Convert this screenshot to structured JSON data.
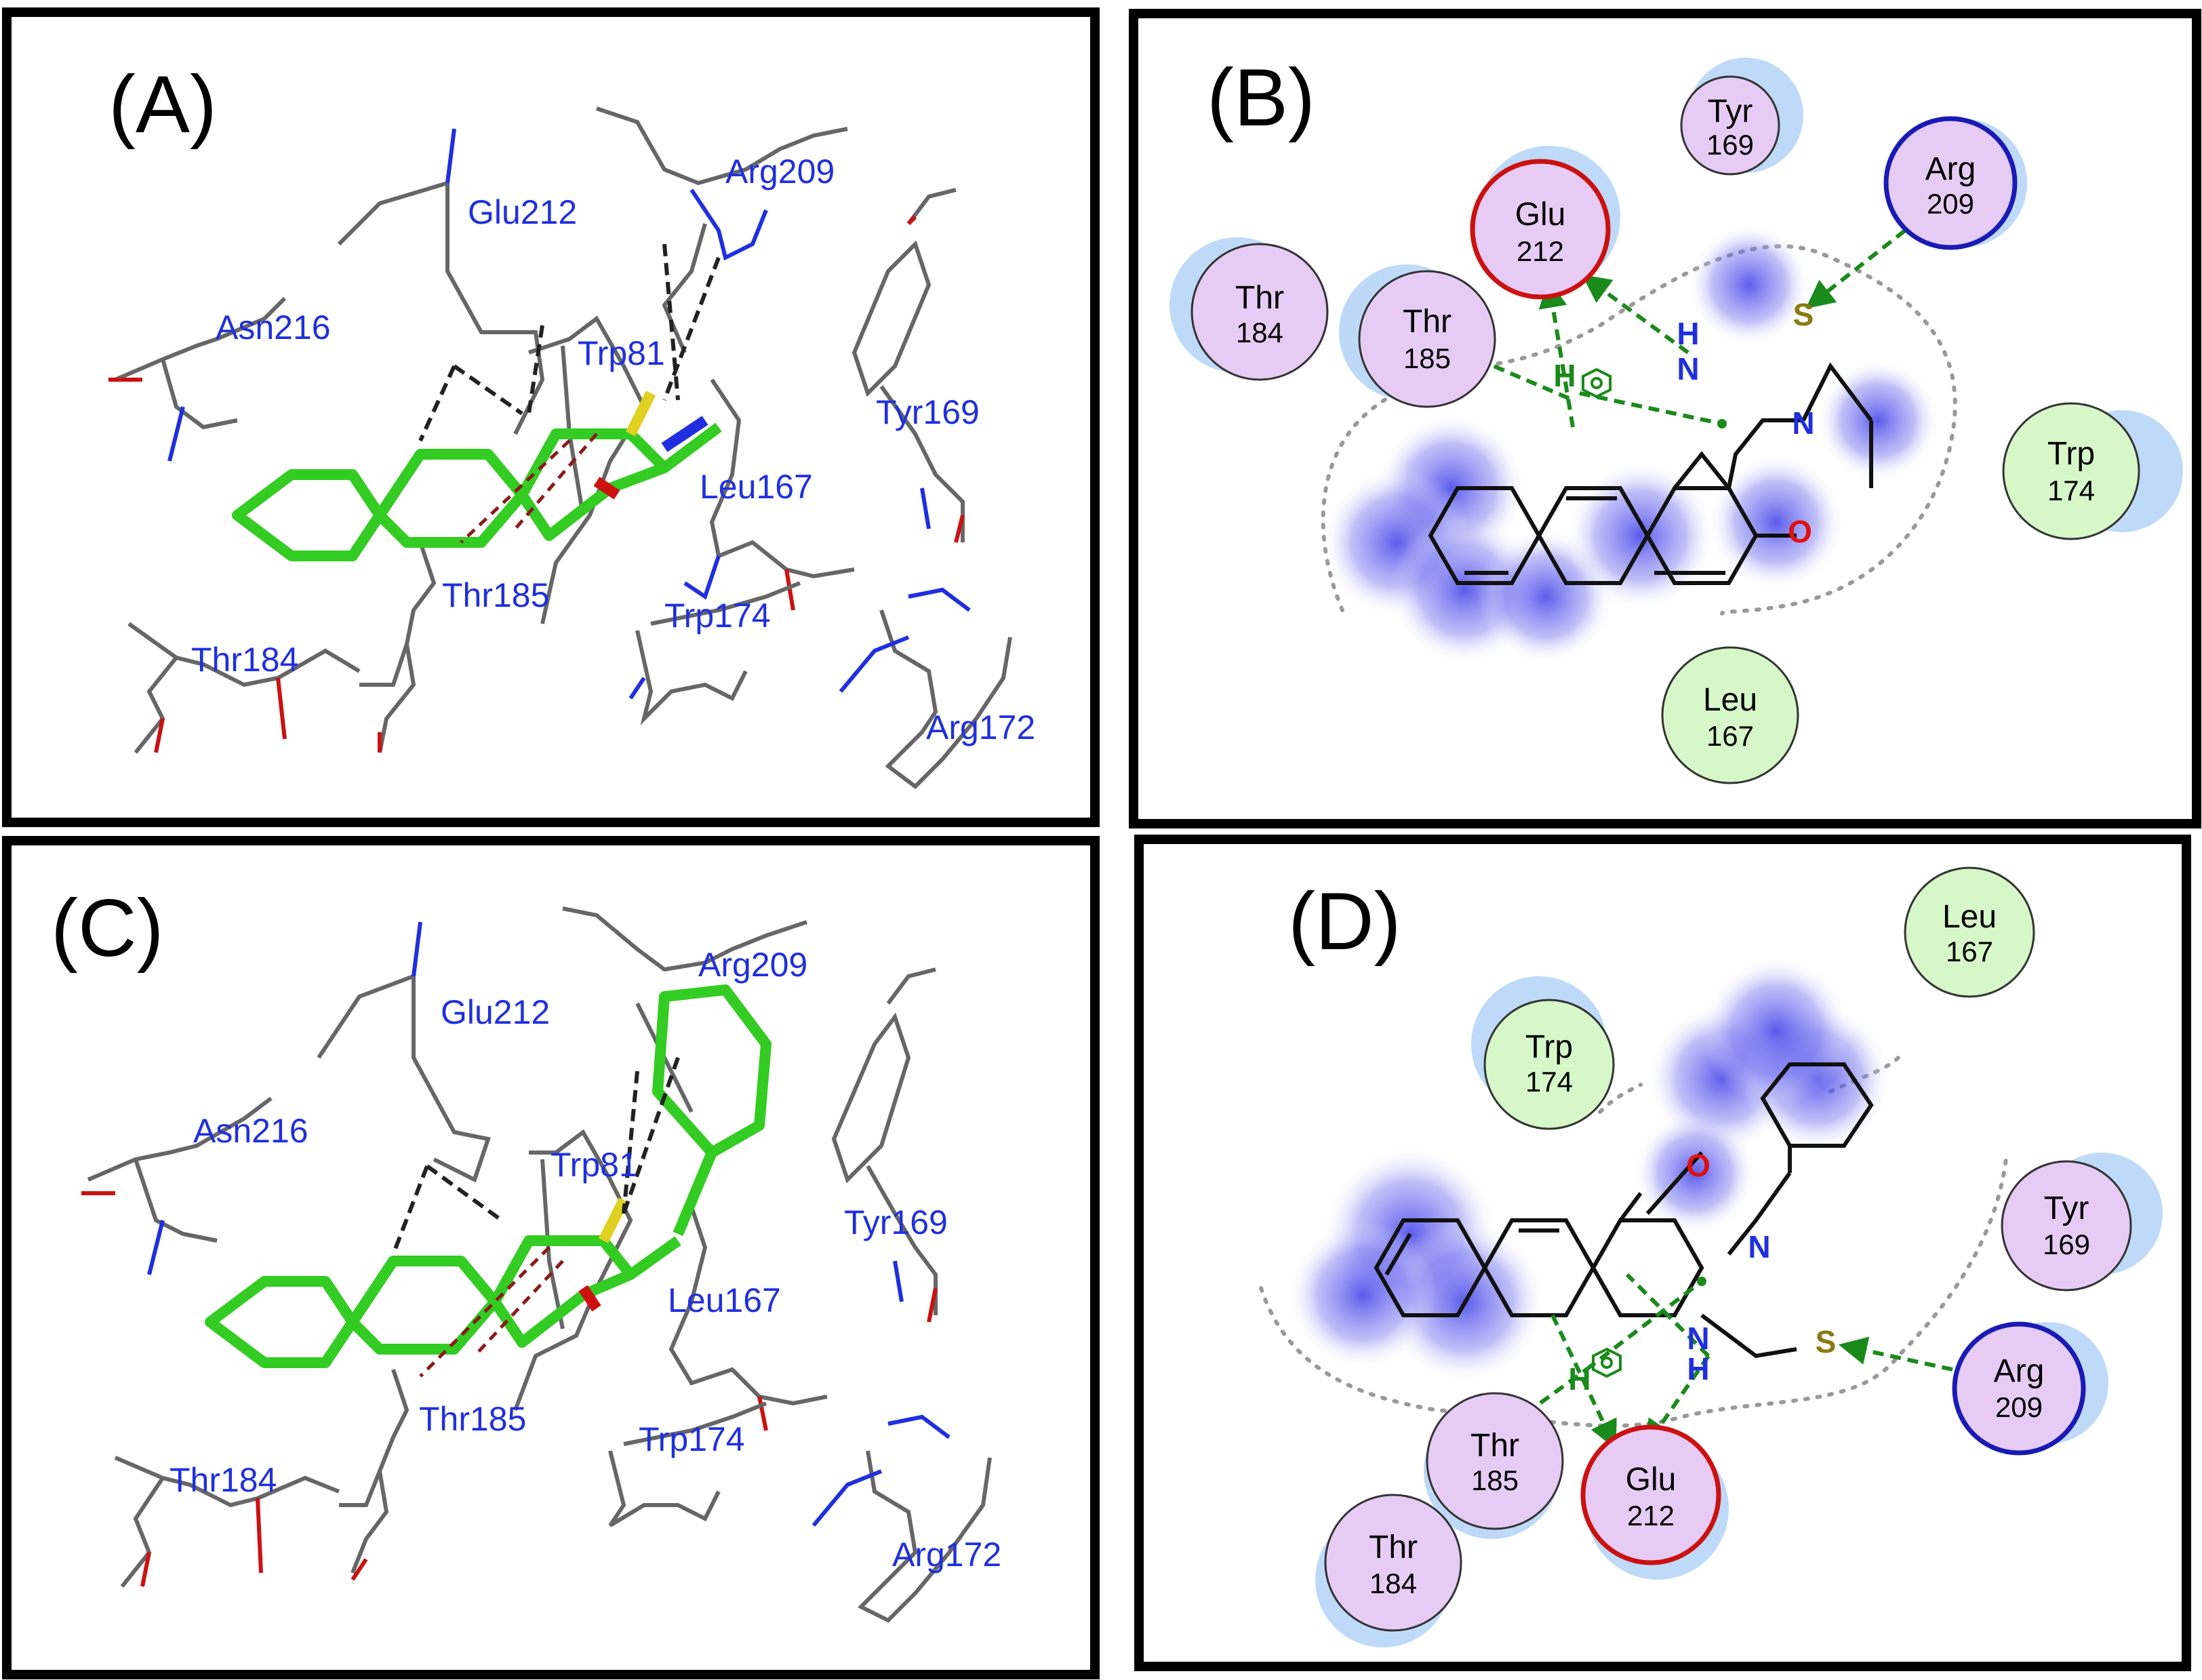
{
  "panels": {
    "A": {
      "label": "(A)",
      "residues": [
        "Glu212",
        "Arg209",
        "Asn216",
        "Trp81",
        "Tyr169",
        "Leu167",
        "Thr185",
        "Trp174",
        "Thr184",
        "Arg172"
      ]
    },
    "B": {
      "label": "(B)",
      "residues": [
        {
          "name": "Tyr",
          "num": "169"
        },
        {
          "name": "Arg",
          "num": "209"
        },
        {
          "name": "Glu",
          "num": "212"
        },
        {
          "name": "Thr",
          "num": "184"
        },
        {
          "name": "Thr",
          "num": "185"
        },
        {
          "name": "Trp",
          "num": "174"
        },
        {
          "name": "Leu",
          "num": "167"
        }
      ],
      "atoms": {
        "h1": "H",
        "n1": "N",
        "s": "S",
        "n2": "N",
        "o": "O",
        "h2": "H"
      }
    },
    "C": {
      "label": "(C)",
      "residues": [
        "Glu212",
        "Arg209",
        "Asn216",
        "Trp81",
        "Tyr169",
        "Leu167",
        "Thr185",
        "Trp174",
        "Thr184",
        "Arg172"
      ]
    },
    "D": {
      "label": "(D)",
      "residues": [
        {
          "name": "Leu",
          "num": "167"
        },
        {
          "name": "Trp",
          "num": "174"
        },
        {
          "name": "Tyr",
          "num": "169"
        },
        {
          "name": "Arg",
          "num": "209"
        },
        {
          "name": "Thr",
          "num": "185"
        },
        {
          "name": "Glu",
          "num": "212"
        },
        {
          "name": "Thr",
          "num": "184"
        }
      ],
      "atoms": {
        "o": "O",
        "n1": "N",
        "n2": "N",
        "h1": "H",
        "s": "S",
        "h2": "H"
      }
    }
  },
  "colors": {
    "ligand": "#33cc22",
    "residue_label": "#1f2fe0",
    "polar_fill": "#e6ccf5",
    "greasy_fill": "#d6f7c8",
    "acidic_ring": "#cc1111",
    "basic_ring": "#1a1ab5",
    "hbond": "#1a8a1a",
    "exposure": "#a8cdf5"
  }
}
